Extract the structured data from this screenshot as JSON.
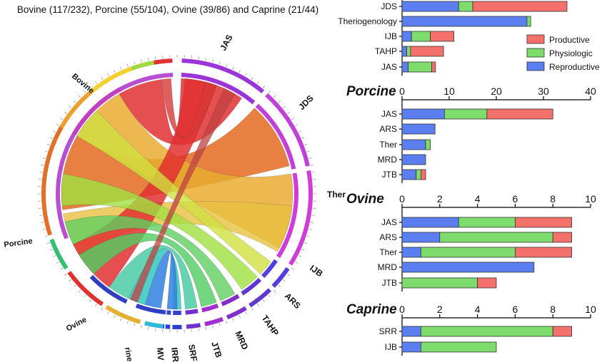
{
  "figure_title": "Bovine (117/232), Porcine (55/104), Ovine (39/86) and Caprine (21/44)",
  "colors": {
    "Productive": "#f4706a",
    "Physiologic": "#7ddc6b",
    "Reproductive": "#5b7ff0"
  },
  "legend": [
    "Productive",
    "Physiologic",
    "Reproductive"
  ],
  "chart_data": [
    {
      "type": "chord",
      "species_segments": [
        "Bovine",
        "Porcine",
        "Ovine",
        "Caprine"
      ],
      "journal_segments": [
        "JAS",
        "JDS",
        "Ther",
        "IJB",
        "ARS",
        "TAHP",
        "MRD",
        "JTB",
        "SRF",
        "IRR",
        "MV"
      ],
      "hidden_partial_label": "rine"
    },
    {
      "type": "bar",
      "stacked": true,
      "orientation": "horizontal",
      "title": "",
      "categories": [
        "JDS",
        "Theriogenology",
        "IJB",
        "TAHP",
        "JAS"
      ],
      "series": [
        {
          "name": "Reproductive",
          "values": [
            12,
            26.5,
            2,
            1,
            1.3
          ]
        },
        {
          "name": "Physiologic",
          "values": [
            3,
            0.8,
            4,
            0.8,
            5
          ]
        },
        {
          "name": "Productive",
          "values": [
            20,
            0,
            5,
            7,
            0.8
          ]
        }
      ],
      "xlim": [
        0,
        40
      ]
    },
    {
      "type": "bar",
      "stacked": true,
      "orientation": "horizontal",
      "title": "Porcine",
      "categories": [
        "JAS",
        "ARS",
        "Ther",
        "MRD",
        "JTB"
      ],
      "series": [
        {
          "name": "Reproductive",
          "values": [
            9,
            7,
            5,
            5,
            3
          ]
        },
        {
          "name": "Physiologic",
          "values": [
            9,
            0,
            1,
            0,
            1
          ]
        },
        {
          "name": "Productive",
          "values": [
            14,
            0,
            0,
            0,
            1
          ]
        }
      ],
      "xlim": [
        0,
        40
      ],
      "xticks": [
        0,
        10,
        20,
        30,
        40
      ]
    },
    {
      "type": "bar",
      "stacked": true,
      "orientation": "horizontal",
      "title": "Ovine",
      "categories": [
        "JAS",
        "ARS",
        "Ther",
        "MRD",
        "JTB"
      ],
      "series": [
        {
          "name": "Reproductive",
          "values": [
            3,
            2,
            1,
            7,
            0
          ]
        },
        {
          "name": "Physiologic",
          "values": [
            3,
            6,
            5,
            0,
            4
          ]
        },
        {
          "name": "Productive",
          "values": [
            3,
            1,
            3,
            0,
            1
          ]
        }
      ],
      "xlim": [
        0,
        10
      ],
      "xticks": [
        0,
        2,
        4,
        6,
        8,
        10
      ]
    },
    {
      "type": "bar",
      "stacked": true,
      "orientation": "horizontal",
      "title": "Caprine",
      "categories": [
        "SRR",
        "IJB"
      ],
      "series": [
        {
          "name": "Reproductive",
          "values": [
            1,
            1
          ]
        },
        {
          "name": "Physiologic",
          "values": [
            7,
            4
          ]
        },
        {
          "name": "Productive",
          "values": [
            1,
            0
          ]
        }
      ],
      "xlim": [
        0,
        10
      ],
      "xticks": [
        0,
        2,
        4,
        6,
        8,
        10
      ]
    }
  ]
}
